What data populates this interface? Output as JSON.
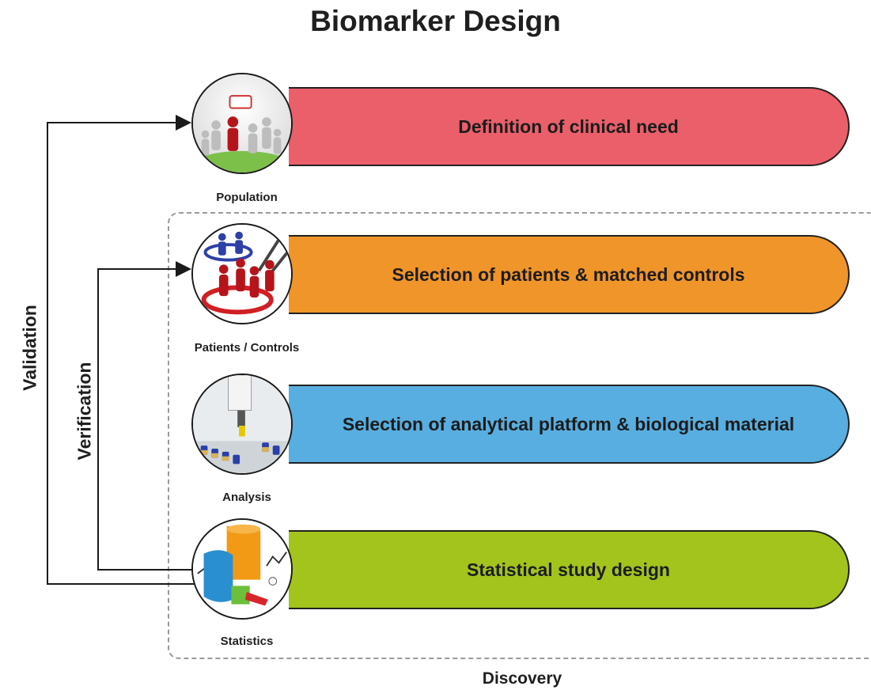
{
  "title": "Biomarker Design",
  "steps": [
    {
      "icon_label": "Population",
      "bar_text": "Definition of clinical need",
      "color": "#ea5f6a",
      "icon": "population-icon"
    },
    {
      "icon_label": "Patients / Controls",
      "bar_text": "Selection of patients & matched controls",
      "color": "#f0952a",
      "icon": "patients-controls-icon"
    },
    {
      "icon_label": "Analysis",
      "bar_text": "Selection of analytical platform & biological material",
      "color": "#58aee0",
      "icon": "analysis-icon"
    },
    {
      "icon_label": "Statistics",
      "bar_text": "Statistical study design",
      "color": "#a2c41c",
      "icon": "statistics-icon"
    }
  ],
  "feedback": {
    "validation": "Validation",
    "verification": "Verification"
  },
  "discovery": "Discovery"
}
